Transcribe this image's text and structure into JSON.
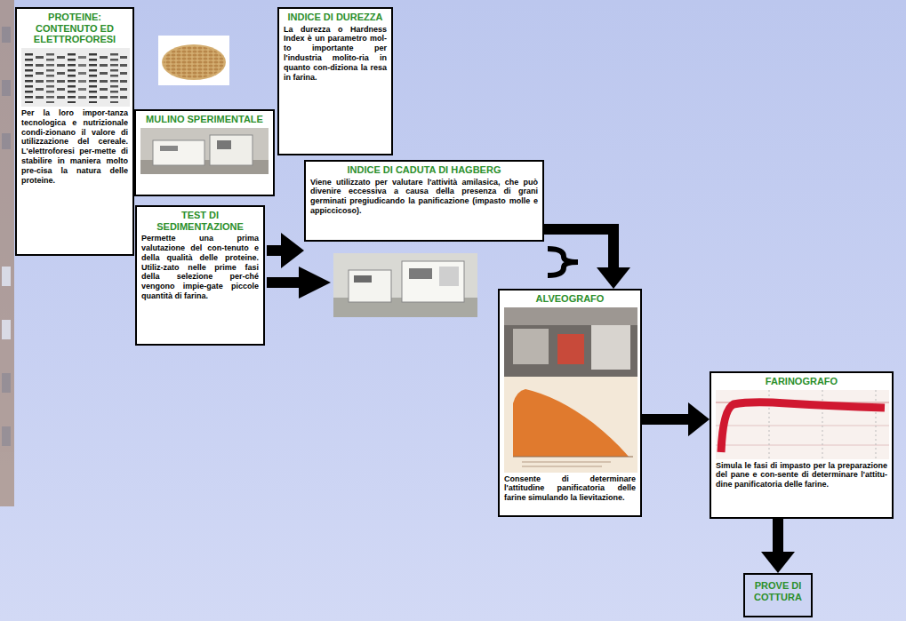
{
  "diagram": {
    "nodes": [
      {
        "text": [
          "PROTEINE: CONTENUTO ED ELETTROFORESI",
          "Per la loro impor-tanza tecnologica e nutrizionale condi-zionano il valore di utilizzazione del cereale. L'elettroforesi per-mette di stabilire in maniera molto pre-cisa la natura delle proteine."
        ]
      },
      {
        "text": [
          "INDICE DI DUREZZA",
          "La durezza o Hardness Index è un parametro mol-to importante per l'industria molito-ria in quanto con-diziona la resa in farina."
        ]
      },
      {
        "text": [
          "MULINO SPERIMENTALE"
        ]
      },
      {
        "text": [
          "TEST DI SEDIMENTAZIONE",
          "Permette una prima valutazione del con-tenuto e della qualità delle proteine. Utiliz-zato nelle prime fasi della selezione per-ché vengono impie-gate piccole quantità di farina."
        ]
      },
      {
        "text": [
          "INDICE DI CADUTA DI HAGBERG",
          "Viene utilizzato per valutare l'attività amilasica, che può divenire eccessiva a causa della presenza di grani germinati pregiudicando la panificazione (impasto molle e appiccicoso)."
        ]
      },
      {
        "text": [
          "ALVEOGRAFO",
          "Consente di determinare l'attitudine panificatoria delle farine simulando la lievitazione."
        ]
      },
      {
        "text": [
          "FARINOGRAFO",
          "Simula le fasi di impasto per la preparazione del pane e con-sente di determinare l'attitu-dine panificatoria delle farine."
        ]
      },
      {
        "text": [
          "PROVE DI COTTURA"
        ]
      }
    ],
    "edges": [
      {
        "from": 4,
        "to": 5,
        "arrow": "to"
      },
      {
        "from": 5,
        "to": 6,
        "arrow": "to"
      },
      {
        "from": 6,
        "to": 7,
        "arrow": "to"
      }
    ]
  }
}
